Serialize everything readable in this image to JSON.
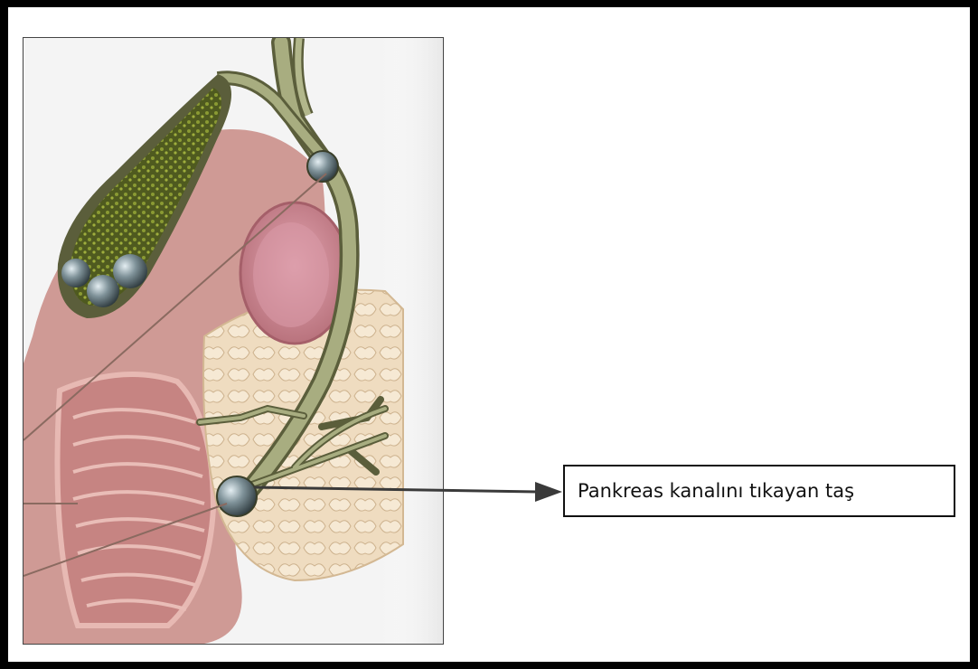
{
  "annotation": {
    "label": "Pankreas kanalını tıkayan taş"
  },
  "colors": {
    "frame": "#000000",
    "background": "#ffffff",
    "arrow": "#3a3a3a",
    "gallbladder": "#5e6b2a",
    "duct": "#8c9164",
    "intestine": "#c98c88",
    "pancreas": "#ead7b8",
    "stone": "#5b6c72"
  },
  "icons": [
    "gallbladder-with-stones",
    "bile-duct",
    "pancreatic-duct-stone",
    "duodenum",
    "pancreas"
  ]
}
